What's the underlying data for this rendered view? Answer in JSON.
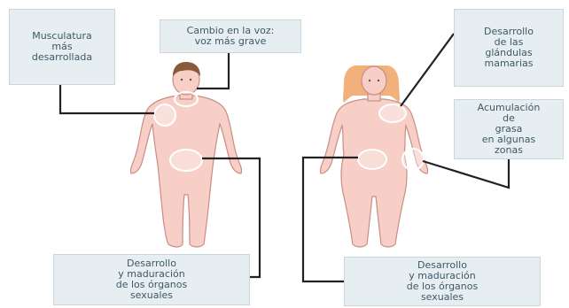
{
  "labels": {
    "male_muscles": "Musculatura\nmás\ndesarrollada",
    "male_voice": "Cambio en la voz:\nvoz más grave",
    "male_organs": "Desarrollo\ny maduración\nde los órganos\nsexuales",
    "female_breasts": "Desarrollo\nde las\nglándulas\nmamarias",
    "female_fat": "Acumulación\nde\ngrasa\nen algunas\nzonas",
    "female_organs": "Desarrollo\ny maduración\nde los órganos\nsexuales"
  },
  "colors": {
    "skin": "#f7cfc6",
    "skin_outline": "#c98d84",
    "male_hair": "#8a5a3a",
    "female_hair": "#f2b07a",
    "box_fill": "#e7eef2",
    "box_text": "#3d5866",
    "connector": "#222222",
    "highlight": "#ffffff"
  }
}
